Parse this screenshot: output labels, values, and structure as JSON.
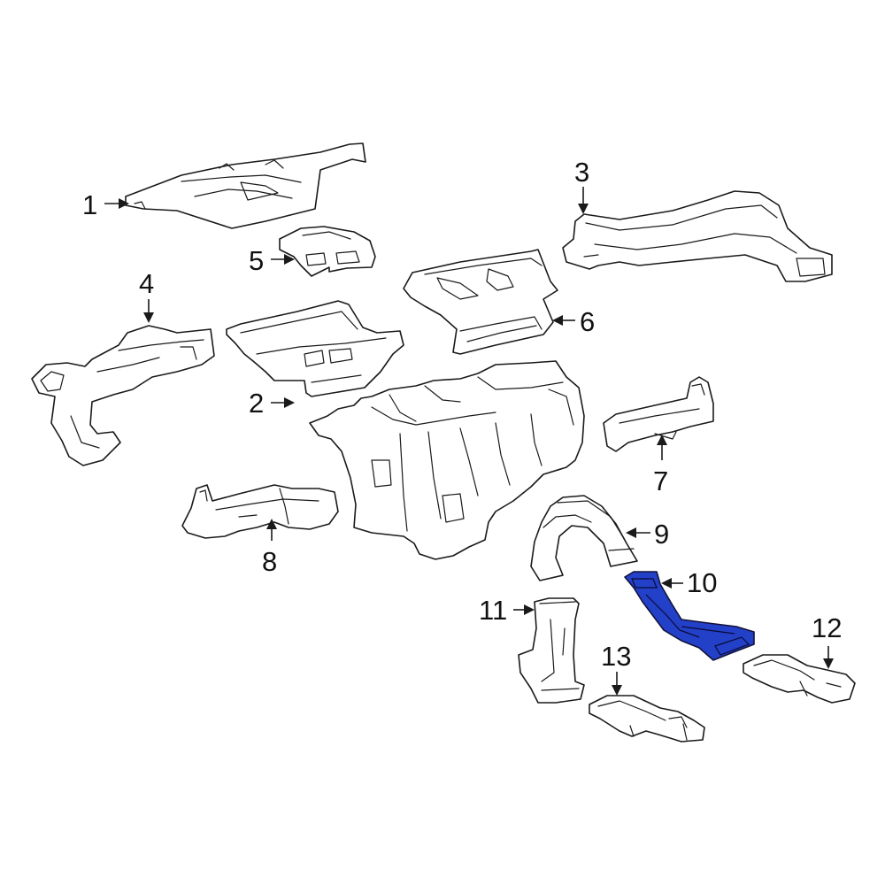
{
  "diagram": {
    "highlight_color": "#2340c8",
    "callouts": [
      {
        "id": "1",
        "label": "1"
      },
      {
        "id": "2",
        "label": "2"
      },
      {
        "id": "3",
        "label": "3"
      },
      {
        "id": "4",
        "label": "4"
      },
      {
        "id": "5",
        "label": "5"
      },
      {
        "id": "6",
        "label": "6"
      },
      {
        "id": "7",
        "label": "7"
      },
      {
        "id": "8",
        "label": "8"
      },
      {
        "id": "9",
        "label": "9"
      },
      {
        "id": "10",
        "label": "10",
        "highlighted": true
      },
      {
        "id": "11",
        "label": "11"
      },
      {
        "id": "12",
        "label": "12"
      },
      {
        "id": "13",
        "label": "13"
      }
    ]
  }
}
